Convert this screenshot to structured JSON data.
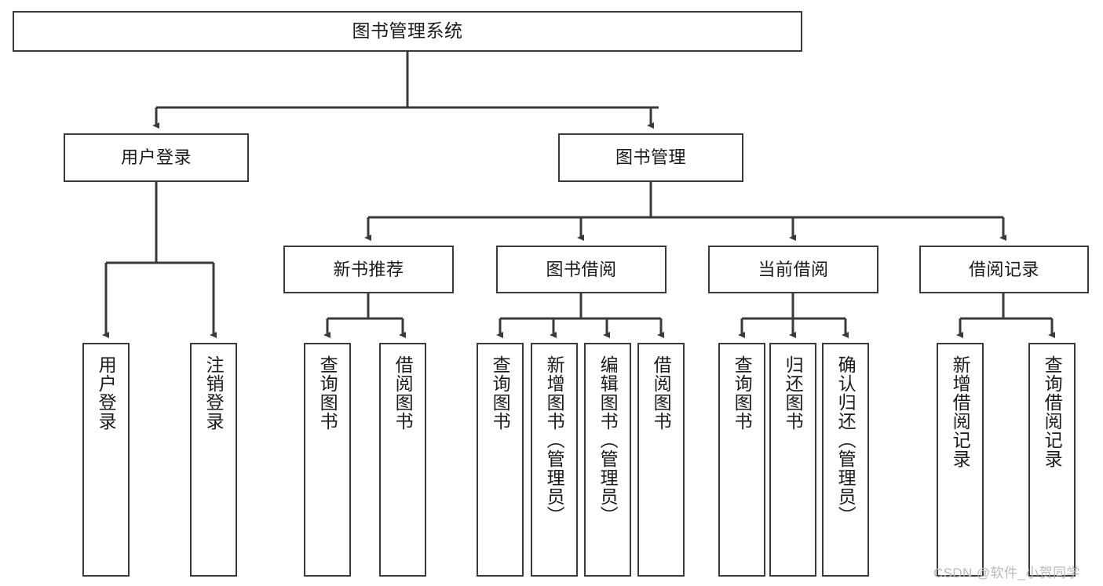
{
  "diagram": {
    "title": "图书管理系统",
    "type": "tree",
    "watermark": "CSDN @软件_小贺同学",
    "colors": {
      "box_border": "#3a3a3a",
      "box_fill": "#ffffff",
      "edge": "#3a3a3a",
      "text": "#1a1a1a",
      "watermark": "#b9b9b9"
    },
    "nodes": {
      "root": {
        "label": "图书管理系统"
      },
      "level2": [
        {
          "id": "user-login",
          "label": "用户登录"
        },
        {
          "id": "book-management",
          "label": "图书管理"
        }
      ],
      "level3": [
        {
          "id": "new-book-recommend",
          "label": "新书推荐"
        },
        {
          "id": "book-borrow",
          "label": "图书借阅"
        },
        {
          "id": "current-borrow",
          "label": "当前借阅"
        },
        {
          "id": "borrow-record",
          "label": "借阅记录"
        }
      ],
      "leaves": {
        "user_login": [
          {
            "id": "leaf-user-login",
            "label": "用户登录"
          },
          {
            "id": "leaf-logout-login",
            "label": "注销登录"
          }
        ],
        "new_book_recommend": [
          {
            "id": "leaf-query-book-1",
            "label": "查询图书"
          },
          {
            "id": "leaf-borrow-book-1",
            "label": "借阅图书"
          }
        ],
        "book_borrow": [
          {
            "id": "leaf-query-book-2",
            "label": "查询图书"
          },
          {
            "id": "leaf-add-book",
            "label": "新增图书（管理员）"
          },
          {
            "id": "leaf-edit-book",
            "label": "编辑图书（管理员）"
          },
          {
            "id": "leaf-borrow-book-2",
            "label": "借阅图书"
          }
        ],
        "current_borrow": [
          {
            "id": "leaf-query-book-3",
            "label": "查询图书"
          },
          {
            "id": "leaf-return-book",
            "label": "归还图书"
          },
          {
            "id": "leaf-confirm-return",
            "label": "确认归还（管理员）"
          }
        ],
        "borrow_record": [
          {
            "id": "leaf-add-record",
            "label": "新增借阅记录"
          },
          {
            "id": "leaf-query-record",
            "label": "查询借阅记录"
          }
        ]
      }
    }
  }
}
